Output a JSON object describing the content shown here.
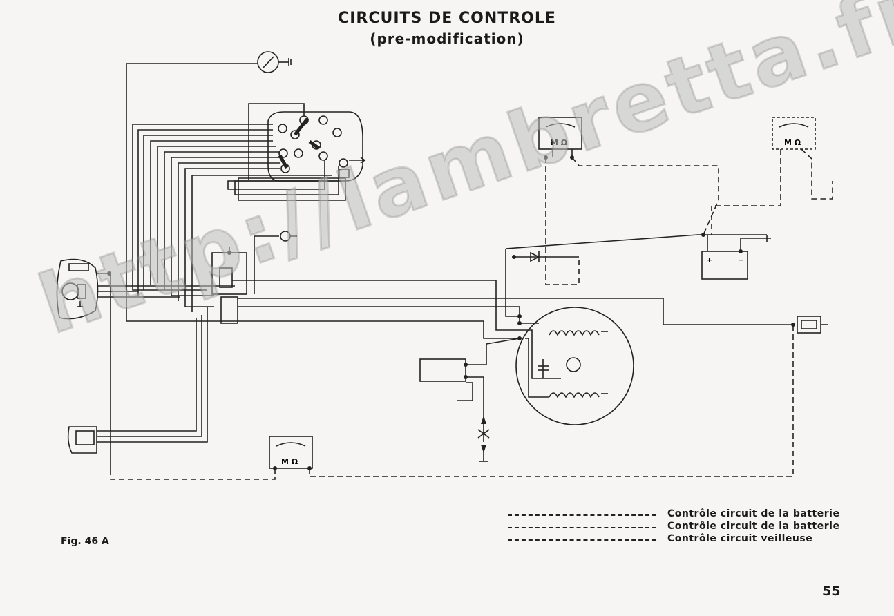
{
  "title": "CIRCUITS DE CONTROLE",
  "subtitle": "(pre-modification)",
  "figure_label": "Fig. 46 A",
  "page_number": "55",
  "watermark": "http://lambretta.fr.st",
  "meter_label": "M Ω",
  "battery": {
    "plus": "+",
    "minus": "−"
  },
  "legend": [
    {
      "text": "Contrôle circuit de la batterie",
      "style": "dash-dot"
    },
    {
      "text": "Contrôle circuit de la batterie",
      "style": "dashed"
    },
    {
      "text": "Contrôle circuit veilleuse",
      "style": "long-dash"
    }
  ]
}
